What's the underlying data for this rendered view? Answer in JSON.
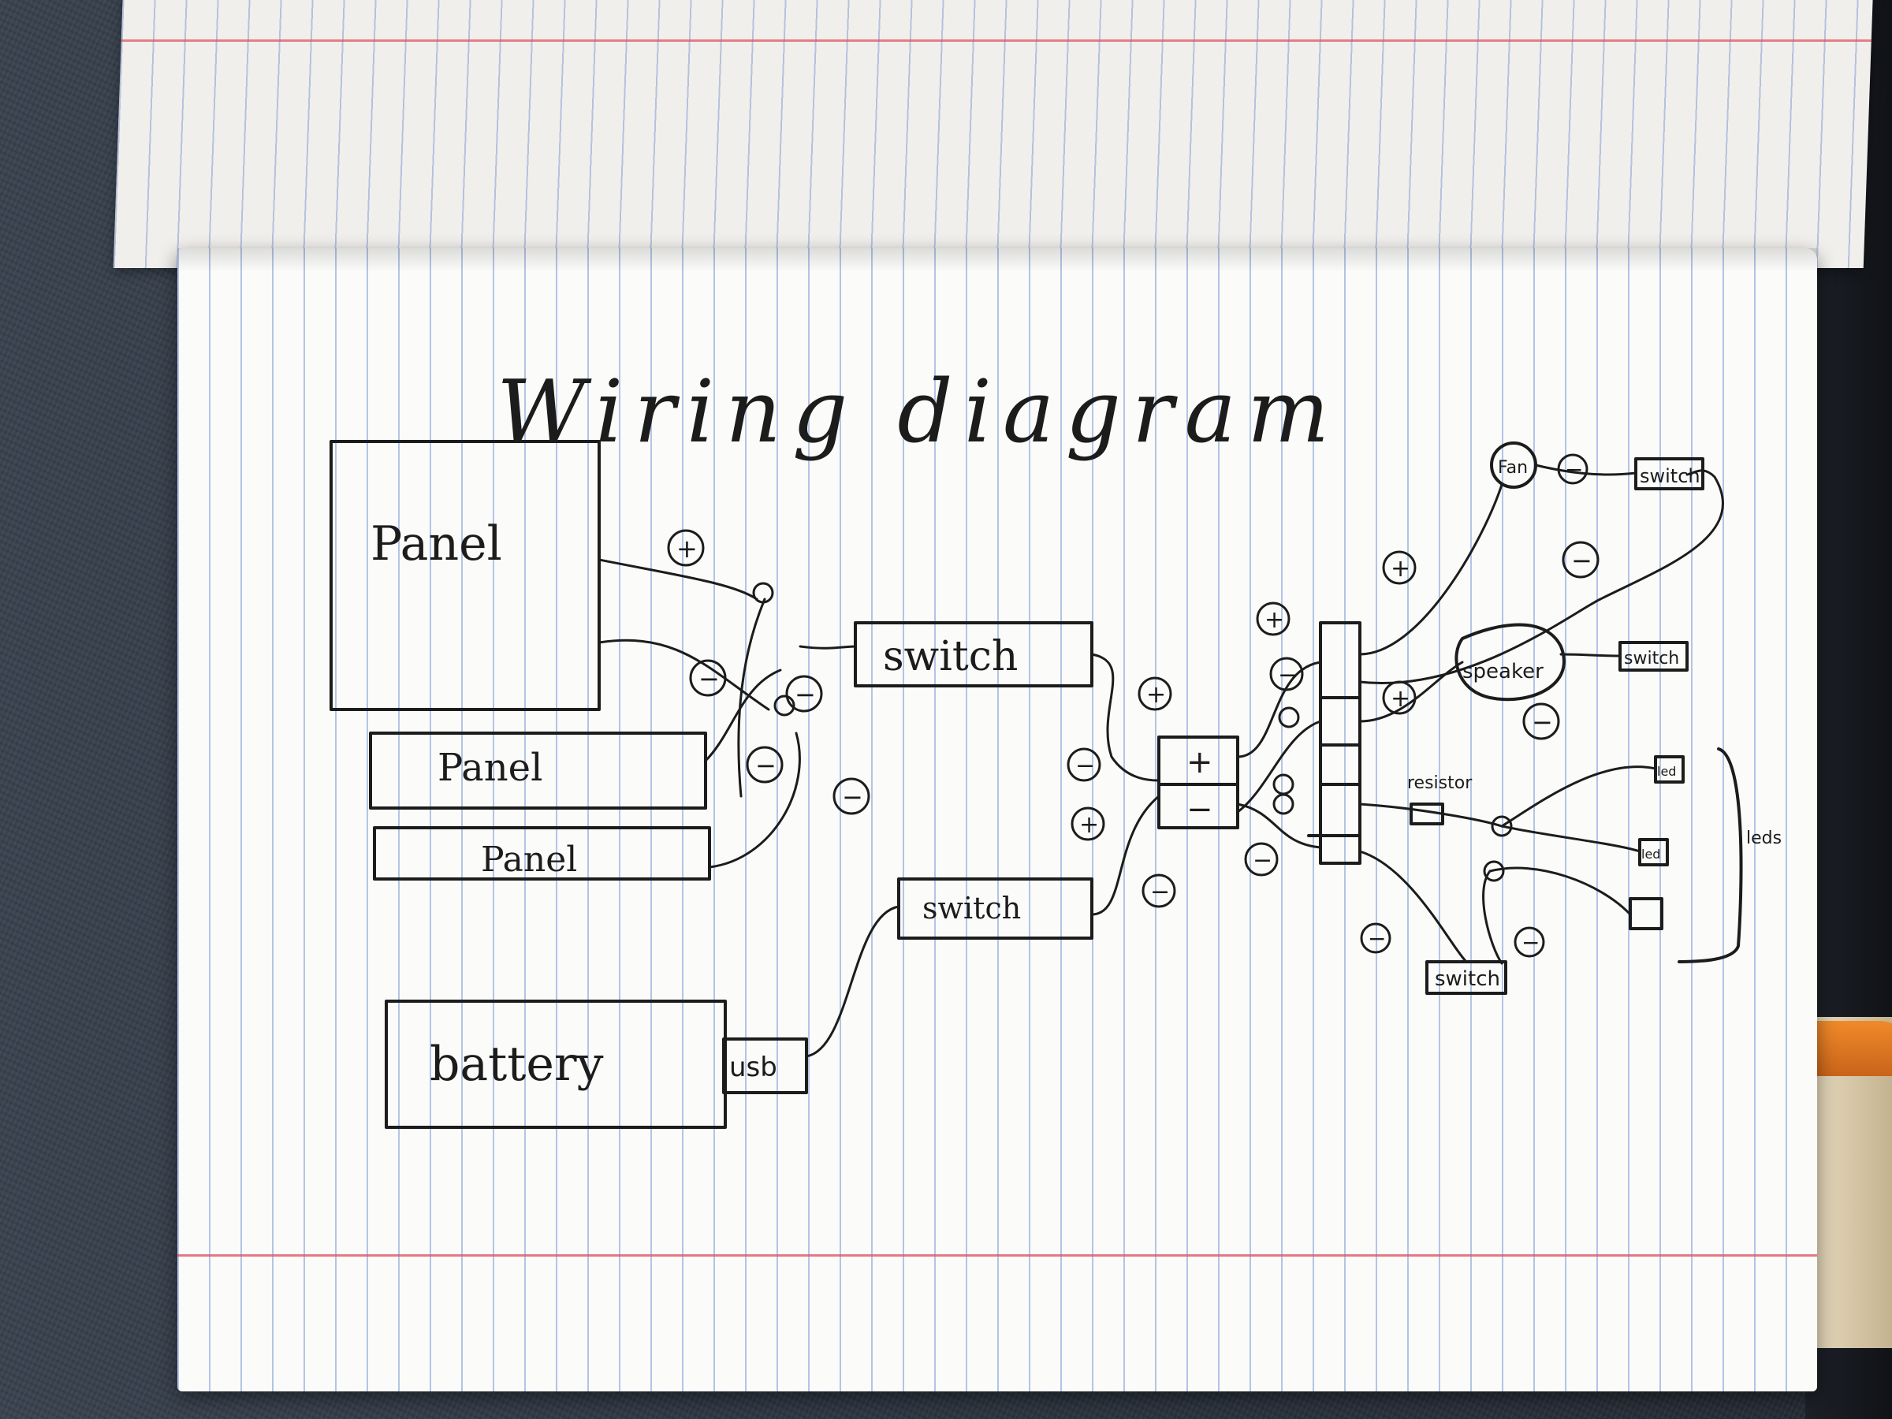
{
  "diagram": {
    "title": "Wiring diagram",
    "components": {
      "panel_large": "Panel",
      "panel_mid": "Panel",
      "panel_low": "Panel",
      "battery": "battery",
      "usb": "usb",
      "switch_main": "switch",
      "switch_lower": "switch",
      "fan": "Fan",
      "fan_switch": "switch",
      "speaker": "speaker",
      "speaker_switch": "switch",
      "resistor": "resistor",
      "led_switch": "switch",
      "led_top": "led",
      "led_mid": "led",
      "side_label": "leds"
    },
    "terminal_block": {
      "plus": "+",
      "minus": "−"
    },
    "polarity": {
      "plus": "+",
      "minus": "−"
    }
  }
}
